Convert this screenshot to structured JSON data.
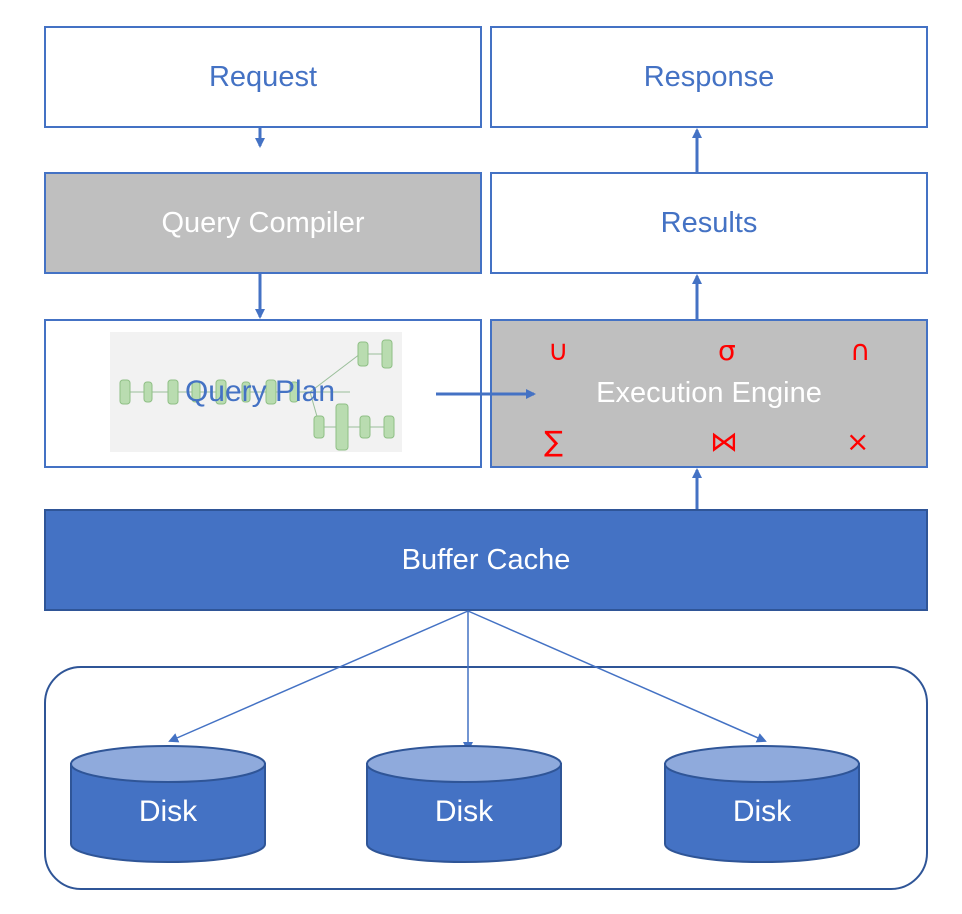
{
  "request": {
    "label": "Request"
  },
  "response": {
    "label": "Response"
  },
  "query_compiler": {
    "label": "Query Compiler"
  },
  "results": {
    "label": "Results"
  },
  "query_plan": {
    "label": "Query Plan"
  },
  "execution_engine": {
    "label": "Execution Engine",
    "operators": [
      "∪",
      "σ",
      "∩",
      "∑",
      "⋈",
      "×"
    ]
  },
  "buffer_cache": {
    "label": "Buffer Cache"
  },
  "disks": [
    {
      "label": "Disk"
    },
    {
      "label": "Disk"
    },
    {
      "label": "Disk"
    }
  ],
  "colors": {
    "accent_blue": "#4472c4",
    "gray_fill": "#bfbfbf",
    "operator_red": "#ff0000",
    "disk_top": "#8faadc"
  }
}
